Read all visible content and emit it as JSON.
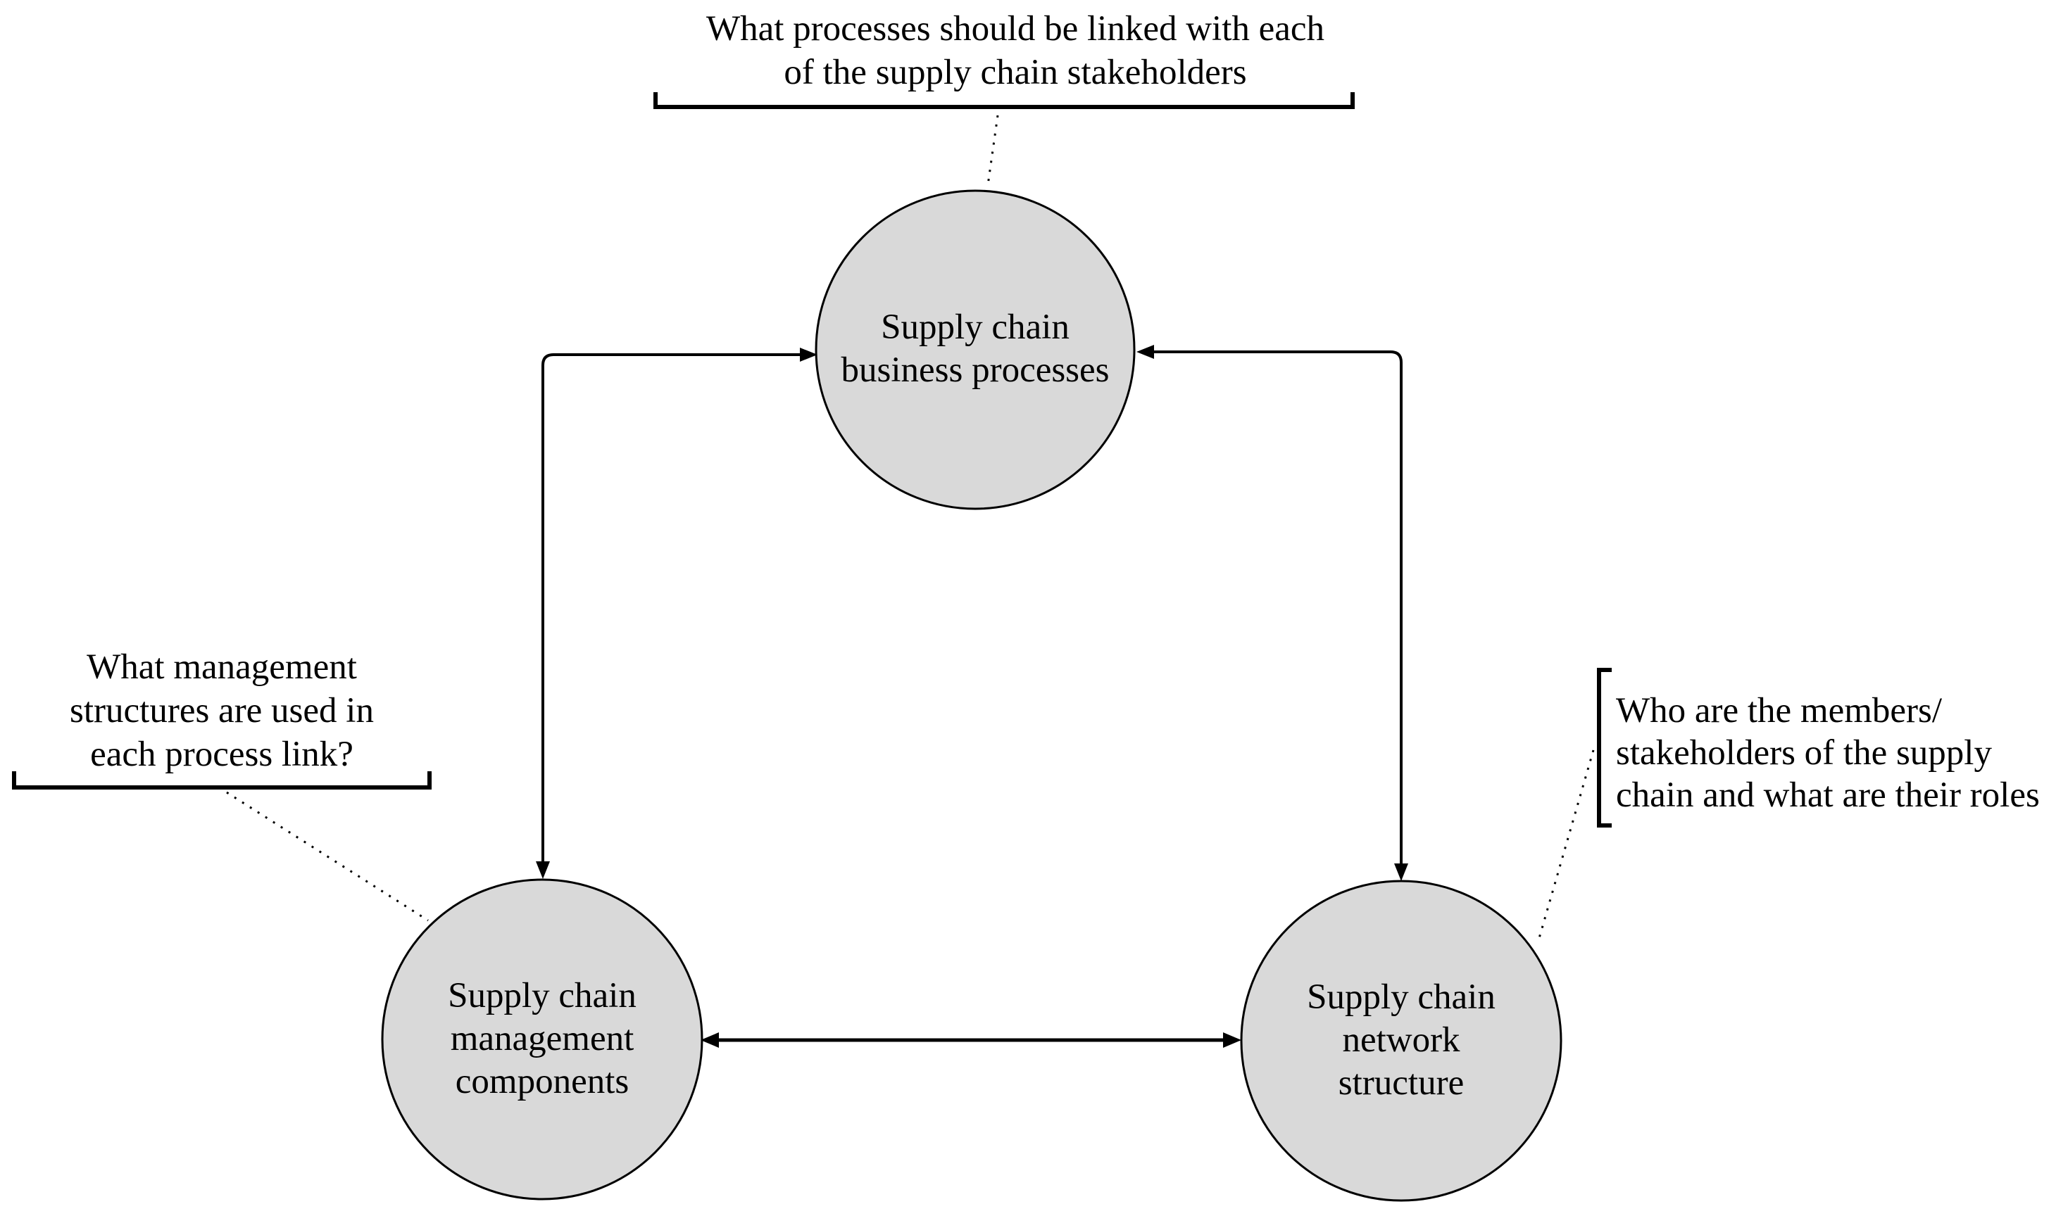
{
  "nodes": {
    "top": {
      "lines": [
        "Supply chain",
        "business processes"
      ]
    },
    "bottom_left": {
      "lines": [
        "Supply chain",
        "management",
        "components"
      ]
    },
    "bottom_right": {
      "lines": [
        "Supply chain",
        "network",
        "structure"
      ]
    }
  },
  "annotations": {
    "top": {
      "lines": [
        "What processes should be linked with each",
        "of the supply chain stakeholders"
      ]
    },
    "left": {
      "lines": [
        "What management",
        "structures are used in",
        "each process link?"
      ]
    },
    "right": {
      "lines": [
        "Who are the members/",
        "stakeholders of the supply",
        "chain and what are their roles"
      ]
    }
  },
  "colors": {
    "background": "#ffffff",
    "node_fill": "#d9d9d9",
    "stroke": "#000000"
  }
}
